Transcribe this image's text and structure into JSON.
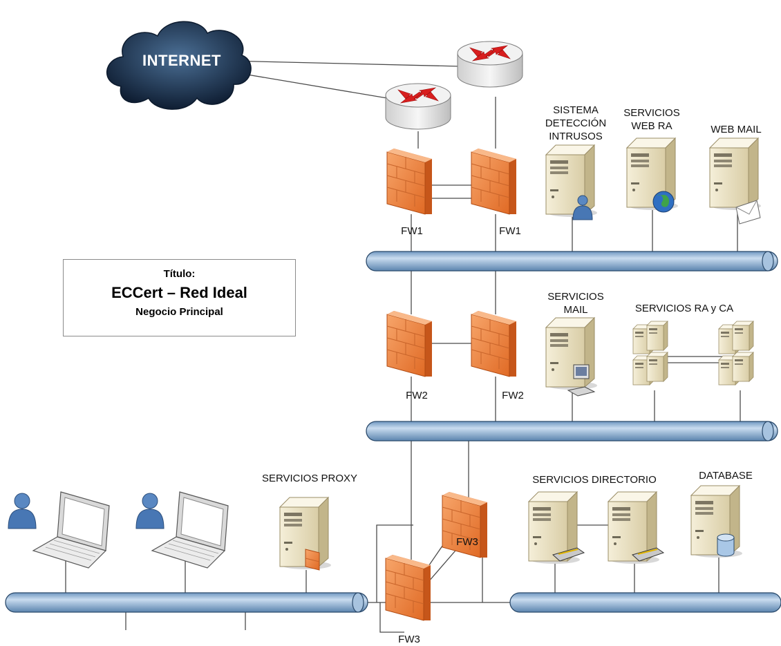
{
  "title_box": {
    "heading": "Título:",
    "name": "ECCert – Red Ideal",
    "subtitle": "Negocio Principal"
  },
  "cloud": {
    "label": "INTERNET"
  },
  "labels": {
    "fw1_left": "FW1",
    "fw1_right": "FW1",
    "fw2_left": "FW2",
    "fw2_right": "FW2",
    "fw3_upper": "FW3",
    "fw3_lower": "FW3",
    "ids_line1": "SISTEMA",
    "ids_line2": "DETECCIÓN",
    "ids_line3": "INTRUSOS",
    "webra_line1": "SERVICIOS",
    "webra_line2": "WEB RA",
    "webmail": "WEB MAIL",
    "mail_line1": "SERVICIOS",
    "mail_line2": "MAIL",
    "raca": "SERVICIOS RA y CA",
    "proxy": "SERVICIOS PROXY",
    "directorio": "SERVICIOS DIRECTORIO",
    "database": "DATABASE"
  },
  "colors": {
    "bus_fill": "#8fb3d6",
    "bus_stroke": "#2b4a6b",
    "firewall": "#f0863f",
    "cloud": "#1e3350",
    "router": "#e6e6e6",
    "router_arrow": "#d81e1e",
    "server": "#ede3c6"
  }
}
